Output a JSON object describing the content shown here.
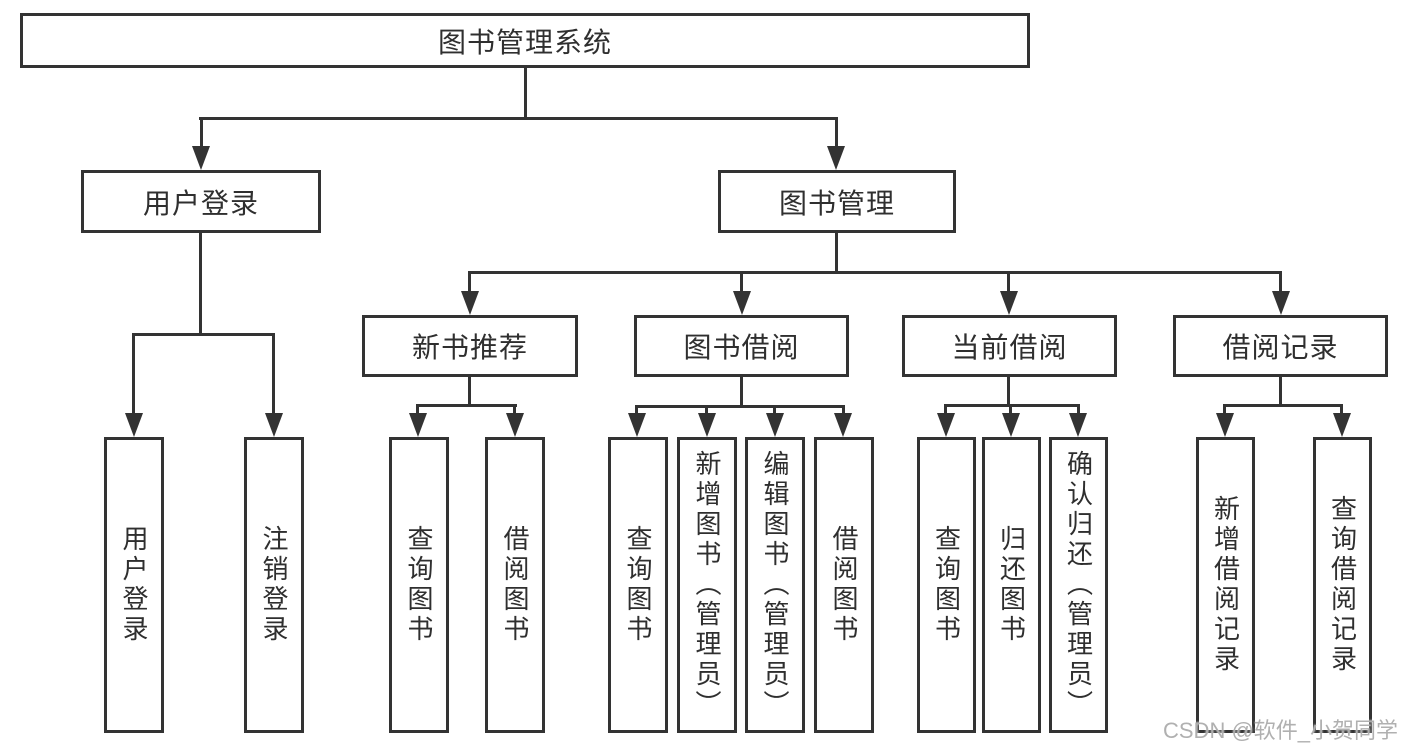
{
  "nodes": {
    "root": "图书管理系统",
    "user_login": "用户登录",
    "book_management": "图书管理",
    "new_book_recommend": "新书推荐",
    "book_borrow": "图书借阅",
    "current_borrow": "当前借阅",
    "borrow_record": "借阅记录",
    "login_user_login": "用户登录",
    "login_logout": "注销登录",
    "rec_query_book": "查询图书",
    "rec_borrow_book": "借阅图书",
    "bb_query_book": "查询图书",
    "bb_add_book": "新增图书（管理员）",
    "bb_edit_book": "编辑图书（管理员）",
    "bb_borrow_book": "借阅图书",
    "cb_query_book": "查询图书",
    "cb_return_book": "归还图书",
    "cb_confirm_return": "确认归还（管理员）",
    "br_add_record": "新增借阅记录",
    "br_query_record": "查询借阅记录"
  },
  "watermark": "CSDN @软件_小贺同学",
  "colors": {
    "line": "#333333",
    "text": "#2f2f2f",
    "background": "#ffffff",
    "watermark": "#acacac"
  }
}
